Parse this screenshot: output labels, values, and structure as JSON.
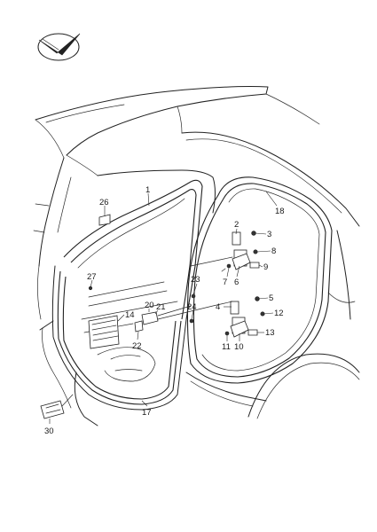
{
  "callouts": [
    {
      "id": "c26",
      "text": "26"
    },
    {
      "id": "c1",
      "text": "1"
    },
    {
      "id": "c18",
      "text": "18"
    },
    {
      "id": "c2",
      "text": "2"
    },
    {
      "id": "c3",
      "text": "3"
    },
    {
      "id": "c8",
      "text": "8"
    },
    {
      "id": "c9",
      "text": "9"
    },
    {
      "id": "c7",
      "text": "7"
    },
    {
      "id": "c6",
      "text": "6"
    },
    {
      "id": "c27",
      "text": "27"
    },
    {
      "id": "c23",
      "text": "23"
    },
    {
      "id": "c14",
      "text": "14"
    },
    {
      "id": "c20",
      "text": "20"
    },
    {
      "id": "c21",
      "text": "21"
    },
    {
      "id": "c24",
      "text": "24"
    },
    {
      "id": "c4",
      "text": "4"
    },
    {
      "id": "c5",
      "text": "5"
    },
    {
      "id": "c12",
      "text": "12"
    },
    {
      "id": "c22",
      "text": "22"
    },
    {
      "id": "c13",
      "text": "13"
    },
    {
      "id": "c11",
      "text": "11"
    },
    {
      "id": "c10",
      "text": "10"
    },
    {
      "id": "c17",
      "text": "17"
    },
    {
      "id": "c30",
      "text": "30"
    }
  ],
  "icons": {
    "logo": "check-arrow-emblem-icon"
  }
}
